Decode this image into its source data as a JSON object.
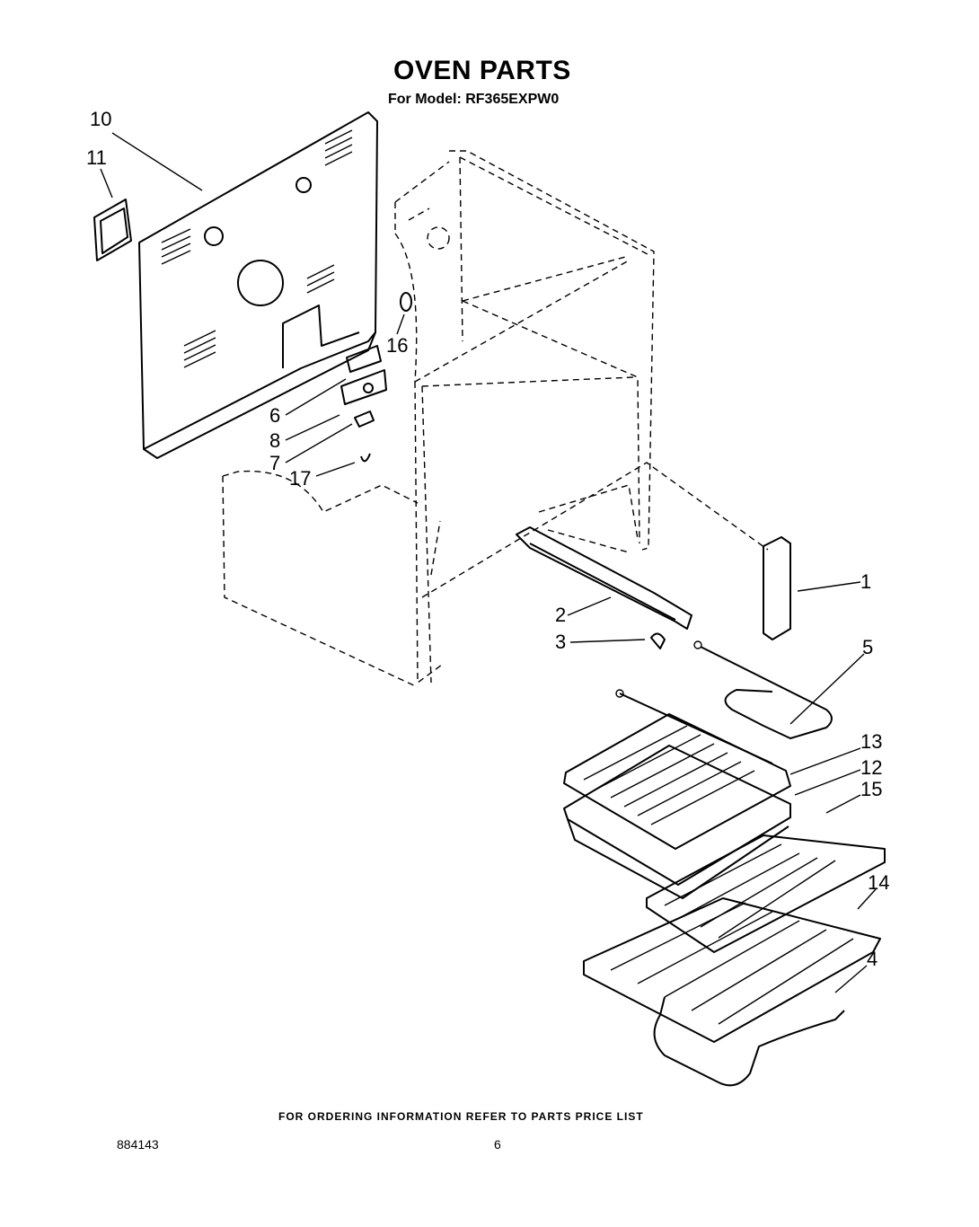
{
  "header": {
    "title": "OVEN PARTS",
    "subtitle": "For Model: RF365EXPW0"
  },
  "callouts": [
    {
      "id": "c1",
      "label": "1"
    },
    {
      "id": "c2",
      "label": "2"
    },
    {
      "id": "c3",
      "label": "3"
    },
    {
      "id": "c4",
      "label": "4"
    },
    {
      "id": "c5",
      "label": "5"
    },
    {
      "id": "c6",
      "label": "6"
    },
    {
      "id": "c7",
      "label": "7"
    },
    {
      "id": "c8",
      "label": "8"
    },
    {
      "id": "c10",
      "label": "10"
    },
    {
      "id": "c11",
      "label": "11"
    },
    {
      "id": "c12",
      "label": "12"
    },
    {
      "id": "c13",
      "label": "13"
    },
    {
      "id": "c14",
      "label": "14"
    },
    {
      "id": "c15",
      "label": "15"
    },
    {
      "id": "c16",
      "label": "16"
    },
    {
      "id": "c17",
      "label": "17"
    }
  ],
  "footer": {
    "note": "FOR ORDERING INFORMATION REFER TO PARTS PRICE LIST",
    "doc_number": "884143",
    "page_number": "6"
  }
}
